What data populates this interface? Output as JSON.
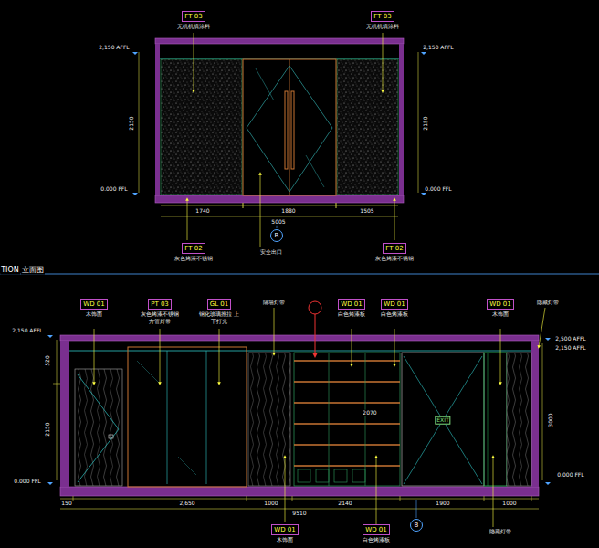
{
  "diagram": {
    "nodes": [
      {
        "text": [
          "FT 03",
          "无机机填涂料"
        ]
      },
      {
        "text": [
          "FT 03",
          "无机机填涂料"
        ]
      },
      {
        "text": [
          "FT 02",
          "灰色烤漆不锈钢"
        ]
      },
      {
        "text": [
          "FT 02",
          "灰色烤漆不锈钢"
        ]
      },
      {
        "text": [
          "B"
        ]
      },
      {
        "text": [
          "WD 01",
          "木饰面"
        ]
      },
      {
        "text": [
          "PT 03",
          "灰色烤漆不锈钢 方管灯带"
        ]
      },
      {
        "text": [
          "GL 01",
          "钢化玻璃推拉 上下打光"
        ]
      },
      {
        "text": [
          "WD 01",
          "白色烤漆板"
        ]
      },
      {
        "text": [
          "WD 01",
          "白色烤漆板"
        ]
      },
      {
        "text": [
          "WD 01",
          "木饰面"
        ]
      },
      {
        "text": [
          "WD 01",
          "木饰面"
        ]
      },
      {
        "text": [
          "WD 01",
          "白色烤漆板"
        ]
      },
      {
        "text": [
          "B"
        ]
      }
    ],
    "labels": [
      "2,150 AFFL",
      "2,150 AFFL",
      "2150",
      "2150",
      "0.000 FFL",
      "0.000 FFL",
      "1740",
      "1880",
      "1505",
      "5005",
      "安全出口",
      "TION",
      "立面图",
      "2,150 AFFL",
      "0.000 FFL",
      "520",
      "2150",
      "2,500 AFFL",
      "2,150 AFFL",
      "3000",
      "150",
      "2,650",
      "1000",
      "2140",
      "1900",
      "1000",
      "9510",
      "隔墙灯带",
      "隐藏灯带",
      "隐藏灯带",
      "EXIT",
      "2070",
      "0.000 FFL"
    ]
  }
}
